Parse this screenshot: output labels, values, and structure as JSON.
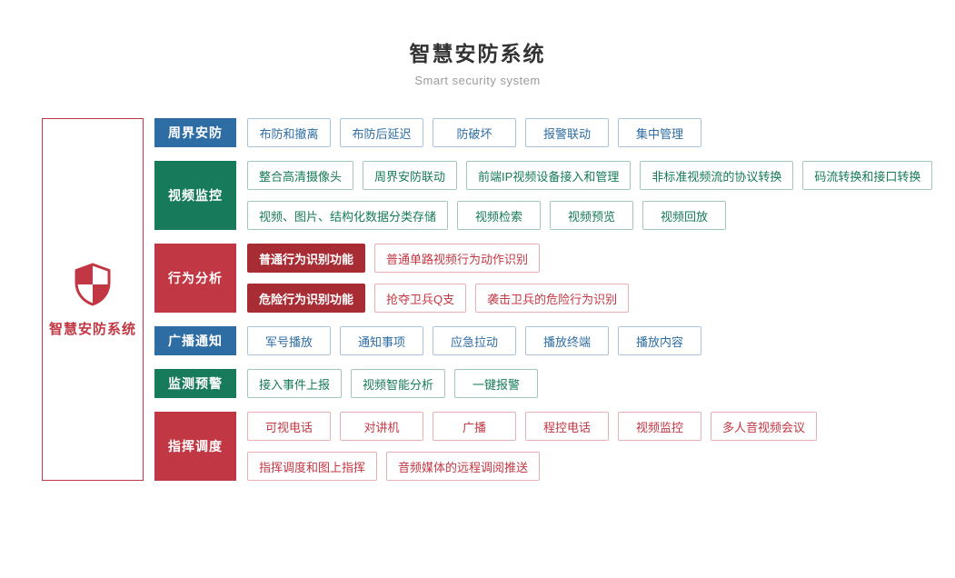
{
  "header": {
    "title": "智慧安防系统",
    "subtitle": "Smart security system"
  },
  "root": {
    "label": "智慧安防系统",
    "icon": "shield-icon"
  },
  "palette": {
    "blue": {
      "main": "#2e6da4",
      "border": "#a9c4dd"
    },
    "green": {
      "main": "#177a5b",
      "border": "#a1c8ba"
    },
    "red": {
      "main": "#c23744",
      "border": "#e5b1b4"
    },
    "solid_red": "#a82c34",
    "title_color": "#333333",
    "subtitle_color": "#9b9b9b"
  },
  "groups": [
    {
      "id": "perimeter-security",
      "label": "周界安防",
      "color": "blue",
      "rows": [
        [
          {
            "label": "布防和撤离",
            "variant": "outline"
          },
          {
            "label": "布防后延迟",
            "variant": "outline"
          },
          {
            "label": "防破坏",
            "variant": "outline"
          },
          {
            "label": "报警联动",
            "variant": "outline"
          },
          {
            "label": "集中管理",
            "variant": "outline"
          }
        ]
      ]
    },
    {
      "id": "video-surveillance",
      "label": "视频监控",
      "color": "green",
      "rows": [
        [
          {
            "label": "整合高清摄像头",
            "variant": "outline"
          },
          {
            "label": "周界安防联动",
            "variant": "outline"
          },
          {
            "label": "前端IP视频设备接入和管理",
            "variant": "outline"
          },
          {
            "label": "非标准视频流的协议转换",
            "variant": "outline"
          },
          {
            "label": "码流转换和接口转换",
            "variant": "outline"
          }
        ],
        [
          {
            "label": "视频、图片、结构化数据分类存储",
            "variant": "outline"
          },
          {
            "label": "视频检索",
            "variant": "outline"
          },
          {
            "label": "视频预览",
            "variant": "outline"
          },
          {
            "label": "视频回放",
            "variant": "outline"
          }
        ]
      ]
    },
    {
      "id": "behavior-analysis",
      "label": "行为分析",
      "color": "red",
      "rows": [
        [
          {
            "label": "普通行为识别功能",
            "variant": "solid"
          },
          {
            "label": "普通单路视频行为动作识别",
            "variant": "outline"
          }
        ],
        [
          {
            "label": "危险行为识别功能",
            "variant": "solid"
          },
          {
            "label": "抢夺卫兵Q支",
            "variant": "outline"
          },
          {
            "label": "袭击卫兵的危险行为识别",
            "variant": "outline"
          }
        ]
      ]
    },
    {
      "id": "broadcast-notice",
      "label": "广播通知",
      "color": "blue",
      "rows": [
        [
          {
            "label": "军号播放",
            "variant": "outline"
          },
          {
            "label": "通知事项",
            "variant": "outline"
          },
          {
            "label": "应急拉动",
            "variant": "outline"
          },
          {
            "label": "播放终端",
            "variant": "outline"
          },
          {
            "label": "播放内容",
            "variant": "outline"
          }
        ]
      ]
    },
    {
      "id": "monitoring-warning",
      "label": "监测预警",
      "color": "green",
      "rows": [
        [
          {
            "label": "接入事件上报",
            "variant": "outline"
          },
          {
            "label": "视频智能分析",
            "variant": "outline"
          },
          {
            "label": "一键报警",
            "variant": "outline"
          }
        ]
      ]
    },
    {
      "id": "command-dispatch",
      "label": "指挥调度",
      "color": "red",
      "rows": [
        [
          {
            "label": "可视电话",
            "variant": "outline"
          },
          {
            "label": "对讲机",
            "variant": "outline"
          },
          {
            "label": "广播",
            "variant": "outline"
          },
          {
            "label": "程控电话",
            "variant": "outline"
          },
          {
            "label": "视频监控",
            "variant": "outline"
          },
          {
            "label": "多人音视频会议",
            "variant": "outline"
          }
        ],
        [
          {
            "label": "指挥调度和图上指挥",
            "variant": "outline"
          },
          {
            "label": "音频媒体的远程调阅推送",
            "variant": "outline"
          }
        ]
      ]
    }
  ]
}
